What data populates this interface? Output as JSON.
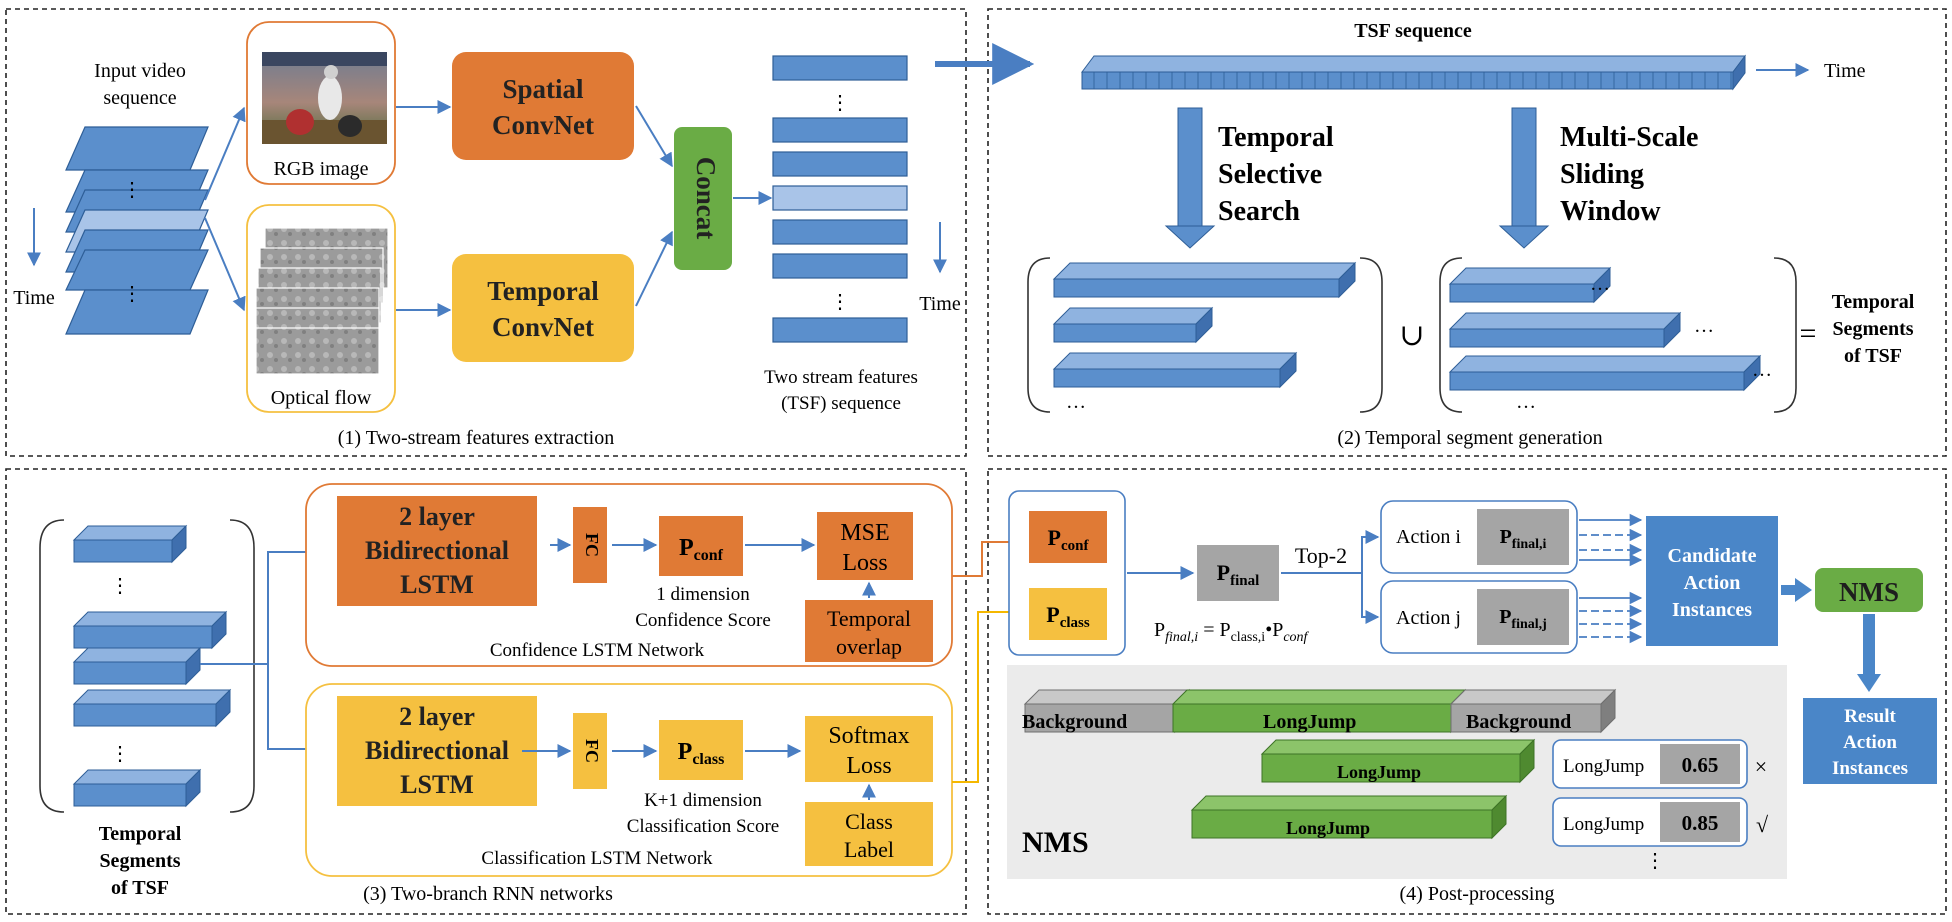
{
  "panels": {
    "p1_caption": "(1) Two-stream features extraction",
    "p2_caption": "(2) Temporal segment generation",
    "p3_caption": "(3) Two-branch RNN networks",
    "p4_caption": "(4) Post-processing"
  },
  "p1": {
    "input_line1": "Input video",
    "input_line2": "sequence",
    "time_left": "Time",
    "rgb_label": "RGB image",
    "flow_label": "Optical flow",
    "spatial_line1": "Spatial",
    "spatial_line2": "ConvNet",
    "temporal_line1": "Temporal",
    "temporal_line2": "ConvNet",
    "concat": "Concat",
    "time_right": "Time",
    "tsf_line1": "Two stream features",
    "tsf_line2": "(TSF) sequence",
    "vdots": "⋮"
  },
  "p2": {
    "tsf_sequence": "TSF sequence",
    "time": "Time",
    "tss_line1": "Temporal",
    "tss_line2": "Selective",
    "tss_line3": "Search",
    "mssw_line1": "Multi-Scale",
    "mssw_line2": "Sliding",
    "mssw_line3": "Window",
    "union": "∪",
    "equals": "=",
    "result_line1": "Temporal",
    "result_line2": "Segments",
    "result_line3": "of TSF",
    "ellipsis": "…"
  },
  "p3": {
    "segments_line1": "Temporal",
    "segments_line2": "Segments",
    "segments_line3": "of TSF",
    "lstm_line1": "2 layer",
    "lstm_line2": "Bidirectional",
    "lstm_line3": "LSTM",
    "fc": "FC",
    "p": "P",
    "conf_sub": "conf",
    "class_sub": "class",
    "mse_line1": "MSE",
    "mse_line2": "Loss",
    "softmax_line1": "Softmax",
    "softmax_line2": "Loss",
    "temporal_overlap_line1": "Temporal",
    "temporal_overlap_line2": "overlap",
    "class_label_line1": "Class",
    "class_label_line2": "Label",
    "conf_desc_line1": "1 dimension",
    "conf_desc_line2": "Confidence Score",
    "class_desc_line1": "K+1 dimension",
    "class_desc_line2": "Classification Score",
    "conf_net": "Confidence LSTM Network",
    "class_net": "Classification LSTM Network"
  },
  "p4": {
    "p": "P",
    "conf_sub": "conf",
    "class_sub": "class",
    "final_sub": "final",
    "top2": "Top-2",
    "action_i": "Action i",
    "action_j": "Action j",
    "final_i_sub": "final,i",
    "final_j_sub": "final,j",
    "formula_final": "final,i",
    "formula_class": "class,i",
    "formula_conf": "conf",
    "candidate_line1": "Candidate",
    "candidate_line2": "Action",
    "candidate_line3": "Instances",
    "nms": "NMS",
    "result_line1": "Result",
    "result_line2": "Action",
    "result_line3": "Instances",
    "background": "Background",
    "longjump": "LongJump",
    "score1": "0.65",
    "score2": "0.85",
    "reject": "×",
    "accept": "√",
    "nms_big": "NMS"
  },
  "colors": {
    "blue_fill": "#5b8fcc",
    "blue_stroke": "#2e5e97",
    "blue_dark": "#4472c4",
    "orange": "#e07a35",
    "yellow": "#f5c040",
    "green": "#6aac45",
    "grey": "#a5a5a5",
    "lightgrey": "#ebebeb"
  }
}
